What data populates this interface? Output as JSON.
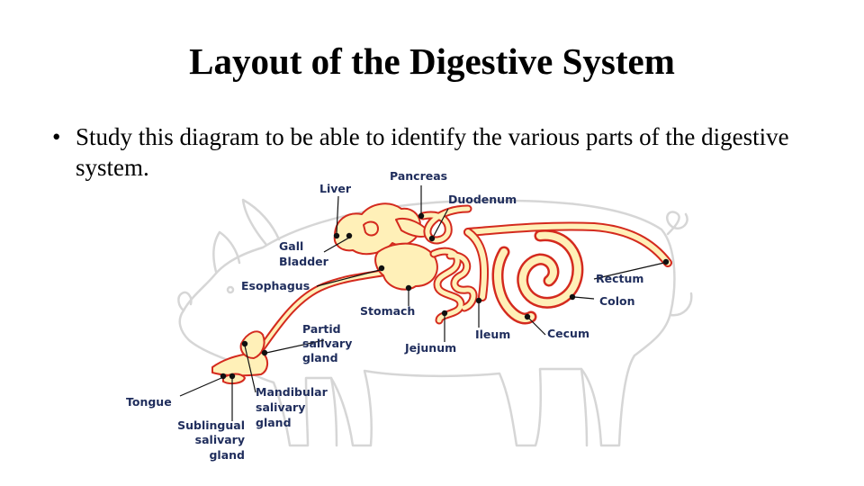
{
  "slide": {
    "title": "Layout of the Digestive System",
    "bullet": "Study this diagram to be able to identify the various parts of the digestive system."
  },
  "diagram": {
    "labels": {
      "liver": "Liver",
      "pancreas": "Pancreas",
      "duodenum": "Duodenum",
      "gall_bladder_1": "Gall",
      "gall_bladder_2": "Bladder",
      "esophagus": "Esophagus",
      "stomach": "Stomach",
      "partid_1": "Partid",
      "partid_2": "salivary",
      "partid_3": "gland",
      "tongue": "Tongue",
      "mandibular_1": "Mandibular",
      "mandibular_2": "salivary",
      "mandibular_3": "gland",
      "sublingual_1": "Sublingual",
      "sublingual_2": "salivary",
      "sublingual_3": "gland",
      "jejunum": "Jejunum",
      "ileum": "Ileum",
      "cecum": "Cecum",
      "rectum": "Rectum",
      "colon": "Colon"
    },
    "colors": {
      "organ_fill": "#fff0b8",
      "organ_outline": "#d42a1e",
      "body_outline": "#d6d6d6",
      "label_text": "#1f2d5c"
    }
  }
}
